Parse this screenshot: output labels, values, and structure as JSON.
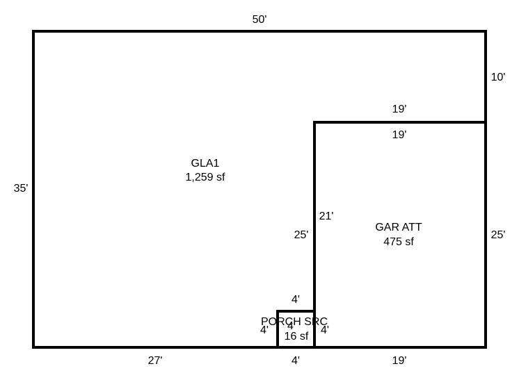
{
  "areas": {
    "gla1": {
      "name": "GLA1",
      "area": "1,259 sf"
    },
    "garage": {
      "name": "GAR ATT",
      "area": "475 sf"
    },
    "porch": {
      "name": "PORCH SRC",
      "area": "16 sf"
    }
  },
  "dimensions": {
    "top": "50'",
    "left": "35'",
    "right_upper": "10'",
    "right_lower": "25'",
    "garage_top_outer": "19'",
    "garage_top_inner": "19'",
    "garage_wall_gla_side": "25'",
    "garage_wall_garage_side": "21'",
    "bottom_gla": "27'",
    "bottom_porch": "4'",
    "bottom_garage": "19'",
    "porch_top": "4'",
    "porch_left": "4'",
    "porch_right": "4'",
    "porch_inner": "4'"
  },
  "colors": {
    "line": "#000000",
    "background": "#ffffff"
  }
}
